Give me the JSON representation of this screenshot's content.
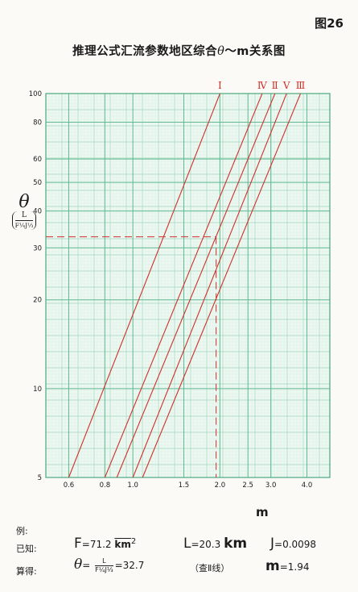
{
  "figure_number": "图26",
  "title": "推理公式汇流参数地区综合θ～m关系图",
  "title_parts": {
    "before": "推理公式汇流参数地区综合",
    "symbol": "θ",
    "after": "～m关系图"
  },
  "chart_data": {
    "type": "line",
    "x_scale": "log",
    "y_scale": "log",
    "xlim": [
      0.5,
      4.8
    ],
    "ylim": [
      5,
      100
    ],
    "x_ticks": [
      0.6,
      0.8,
      1.0,
      1.5,
      2.0,
      2.5,
      3.0,
      4.0
    ],
    "x_tick_labels": [
      "0.6",
      "0.8",
      "1.0",
      "1.5",
      "2.0",
      "2.5",
      "3.0",
      "4.0"
    ],
    "y_ticks": [
      5,
      10,
      20,
      30,
      40,
      50,
      60,
      80,
      100
    ],
    "y_tick_labels": [
      "5",
      "10",
      "20",
      "30",
      "40",
      "50",
      "60",
      "80",
      "100"
    ],
    "xlabel": "m",
    "ylabel": {
      "symbol": "θ",
      "numerator": "L",
      "denominator": "F¼J⅓"
    },
    "grid": true,
    "series": [
      {
        "name": "Ⅰ",
        "x": [
          0.6,
          2.0
        ],
        "y": [
          5,
          100
        ]
      },
      {
        "name": "Ⅳ",
        "x": [
          0.8,
          2.8
        ],
        "y": [
          5,
          100
        ]
      },
      {
        "name": "Ⅱ",
        "x": [
          0.88,
          3.1
        ],
        "y": [
          5,
          100
        ]
      },
      {
        "name": "Ⅴ",
        "x": [
          1.0,
          3.4
        ],
        "y": [
          5,
          100
        ]
      },
      {
        "name": "Ⅲ",
        "x": [
          1.08,
          3.8
        ],
        "y": [
          5,
          100
        ]
      }
    ],
    "example_point": {
      "x": 1.94,
      "y": 32.7
    }
  },
  "example": {
    "heading": "例:",
    "given_label": "已知:",
    "F": {
      "text": "F",
      "eq": "=71.2",
      "value": "km",
      "unit": "2"
    },
    "L": {
      "text": "L",
      "eq": "=20.3",
      "unit": "km"
    },
    "J": {
      "text": "J",
      "eq": "=0.0098"
    },
    "result_label": "算得:",
    "theta": {
      "symbol": "θ",
      "eq": "=",
      "numerator": "L",
      "denominator": "F¼J⅓",
      "value": "=32.7"
    },
    "note": "（查Ⅱ线）",
    "m": {
      "text": "m",
      "value": "=1.94"
    }
  }
}
